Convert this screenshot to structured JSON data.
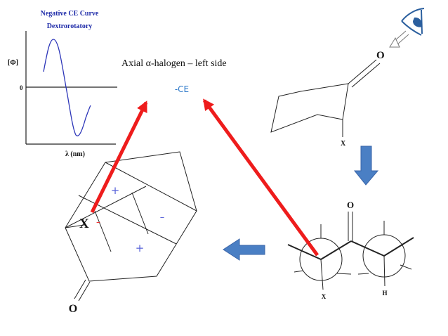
{
  "colors": {
    "curve": "#2c35b8",
    "title": "#1d2aa8",
    "ce_label": "#2a77c8",
    "red_arrow": "#ee1c1c",
    "blue_arrow": "#4a7fc4",
    "blue_arrow_stroke": "#3a64a8",
    "octant_sign": "#5560d8",
    "line": "#222222"
  },
  "graph": {
    "title_line1": "Negative CE Curve",
    "title_line2": "Dextrorotatory",
    "ylabel": "[Φ]",
    "zero_label": "0",
    "xlabel": "λ  (nm)"
  },
  "heading": "Axial α-halogen – left side",
  "ce_label": "-CE",
  "cyclohexanone": {
    "oxygen": "O",
    "substituent": "X"
  },
  "newman": {
    "oxygen": "O",
    "substituent_x": "X",
    "substituent_h": "H"
  },
  "octant": {
    "halogen": "X",
    "halogen_sign": "–",
    "oxygen": "O",
    "sign_upper_left": "+",
    "sign_upper_right": "–",
    "sign_lower_right": "+"
  }
}
